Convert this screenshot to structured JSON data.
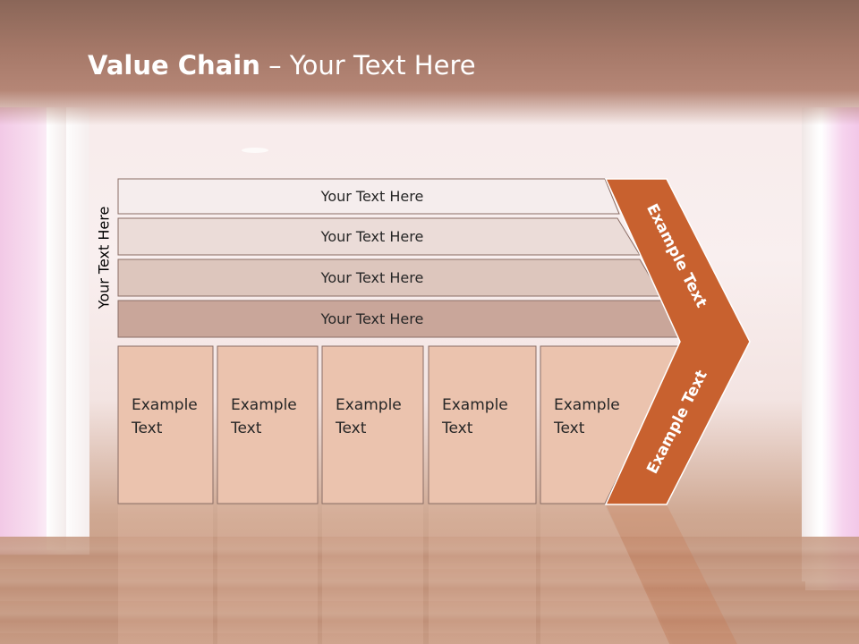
{
  "title": {
    "bold": "Value Chain",
    "rest": " – Your Text Here"
  },
  "side_label": "Your Text Here",
  "rows": [
    {
      "label": "Your Text Here",
      "fill": "#f5eded"
    },
    {
      "label": "Your Text Here",
      "fill": "#ebdcd8"
    },
    {
      "label": "Your Text Here",
      "fill": "#ddc6bd"
    },
    {
      "label": "Your Text Here",
      "fill": "#c9a69a"
    }
  ],
  "boxes": [
    {
      "line1": "Example",
      "line2": "Text"
    },
    {
      "line1": "Example",
      "line2": "Text"
    },
    {
      "line1": "Example",
      "line2": "Text"
    },
    {
      "line1": "Example",
      "line2": "Text"
    },
    {
      "line1": "Example",
      "line2": "Text"
    }
  ],
  "arrow": {
    "upper": "Example Text",
    "lower": "Example Text",
    "color": "#c8612f"
  },
  "box_fill": "#ebc3ae"
}
